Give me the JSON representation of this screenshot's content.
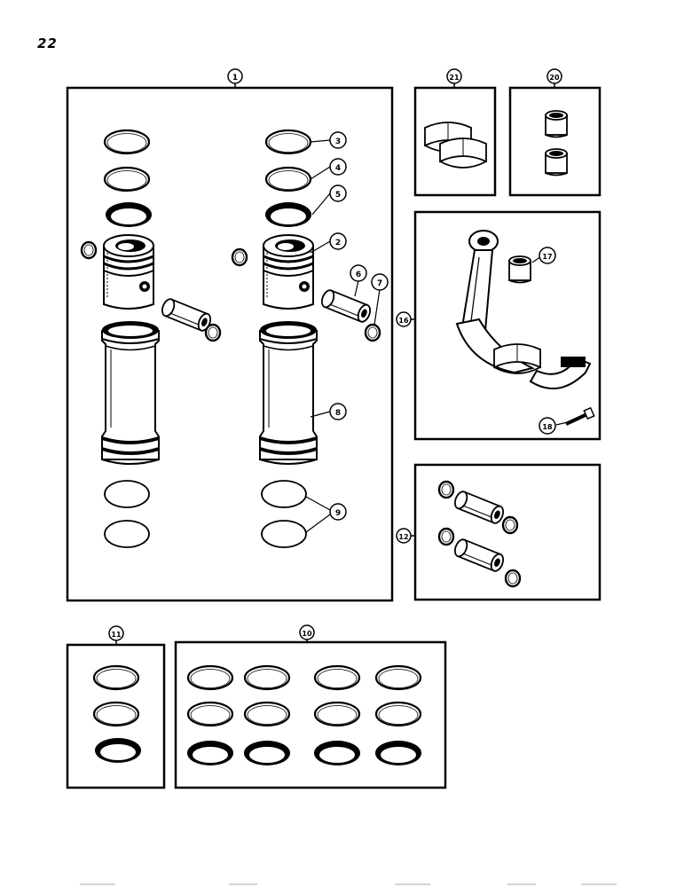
{
  "page": {
    "number": "22"
  },
  "callouts": {
    "c1": "1",
    "c2": "2",
    "c3": "3",
    "c4": "4",
    "c5": "5",
    "c6": "6",
    "c7": "7",
    "c8": "8",
    "c9": "9",
    "c10": "10",
    "c11": "11",
    "c12": "12",
    "c16": "16",
    "c17": "17",
    "c18": "18",
    "c20": "20",
    "c21": "21"
  },
  "colors": {
    "ink": "#000000",
    "paper": "#ffffff",
    "shade": "#1a1a1a"
  }
}
